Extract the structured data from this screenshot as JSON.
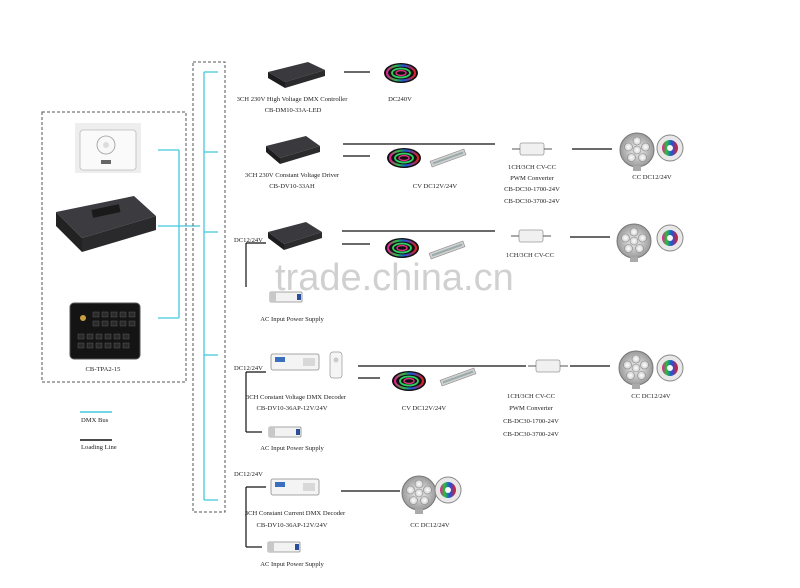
{
  "watermark": "trade.china.cn",
  "legend": {
    "dmx_bus": "DMX Bus",
    "loading_line": "Loading Line"
  },
  "controllers": {
    "touch_panel_label": "CB-TPA2-15"
  },
  "rows": [
    {
      "device_name": "3CH 230V High Voltage DMX Controller",
      "device_model": "CB-DM10-33A-LED",
      "output_label": "DC240V"
    },
    {
      "device_name": "3CH 230V Constant Voltage Driver",
      "device_model": "CB-DV10-33AH",
      "strip_label": "CV DC12V/24V",
      "converter_name": "1CH/3CH CV-CC",
      "converter_type": "PWM Converter",
      "converter_model_1": "CB-DC30-1700-24V",
      "converter_model_2": "CB-DC30-3700-24V",
      "lamp_label": "CC DC12/24V"
    },
    {
      "input_label": "DC12/24V",
      "converter_name": "1CH/3CH CV-CC",
      "psu_label": "AC Input Power Supply"
    },
    {
      "input_label": "DC12/24V",
      "device_name": "3CH Constant Voltage DMX Decoder",
      "device_model": "CB-DV10-36AP-12V/24V",
      "strip_label": "CV DC12V/24V",
      "converter_name": "1CH/3CH CV-CC",
      "converter_type": "PWM Converter",
      "converter_model_1": "CB-DC30-1700-24V",
      "converter_model_2": "CB-DC30-3700-24V",
      "lamp_label": "CC DC12/24V",
      "psu_label": "AC Input Power Supply"
    },
    {
      "input_label": "DC12/24V",
      "device_name": "3CH Constant Current DMX Decoder",
      "device_model": "CB-DV10-36AP-12V/24V",
      "lamp_label": "CC DC12/24V",
      "psu_label": "AC Input Power Supply"
    }
  ],
  "colors": {
    "dmx_bus": "#44c8dc",
    "loading_line": "#111111",
    "frame": "#555555"
  }
}
